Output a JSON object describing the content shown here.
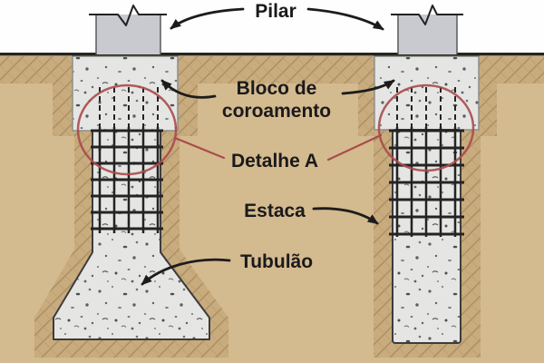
{
  "colors": {
    "detail_red": "#a94b4c",
    "ink": "#1c1c1c",
    "sky": "#fefefe",
    "soil": "#d4ba8f",
    "soil_shadow": "#c9ac7e",
    "concrete": "#e5e6e3",
    "pillar": "#c8cacf",
    "ground_line": "#26251f"
  },
  "labels": {
    "pilar": "Pilar",
    "bloco_line1": "Bloco de",
    "bloco_line2": "coroamento",
    "detalhe": "Detalhe A",
    "estaca": "Estaca",
    "tubulao": "Tubulão"
  }
}
